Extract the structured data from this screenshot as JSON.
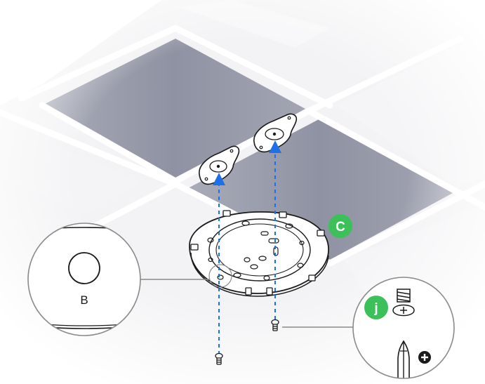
{
  "callouts": {
    "detail_b_label": "B",
    "badge_c_label": "C",
    "badge_j_label": "j"
  },
  "colors": {
    "ceiling_tile": "#f2f2f4",
    "ceiling_grid": "#ffffff",
    "ceiling_opening": "#9a9cab",
    "mount_plate": "#ffffff",
    "outline": "#1a1a1a",
    "arrow_blue": "#1f6fe8",
    "badge_green": "#3cc05a",
    "callout_ring": "#8a8a8a"
  },
  "icons": {
    "screw_type": "pan-head-screw-icon",
    "tool": "phillips-screwdriver-icon",
    "tool_sign": "plus-circle-icon"
  }
}
